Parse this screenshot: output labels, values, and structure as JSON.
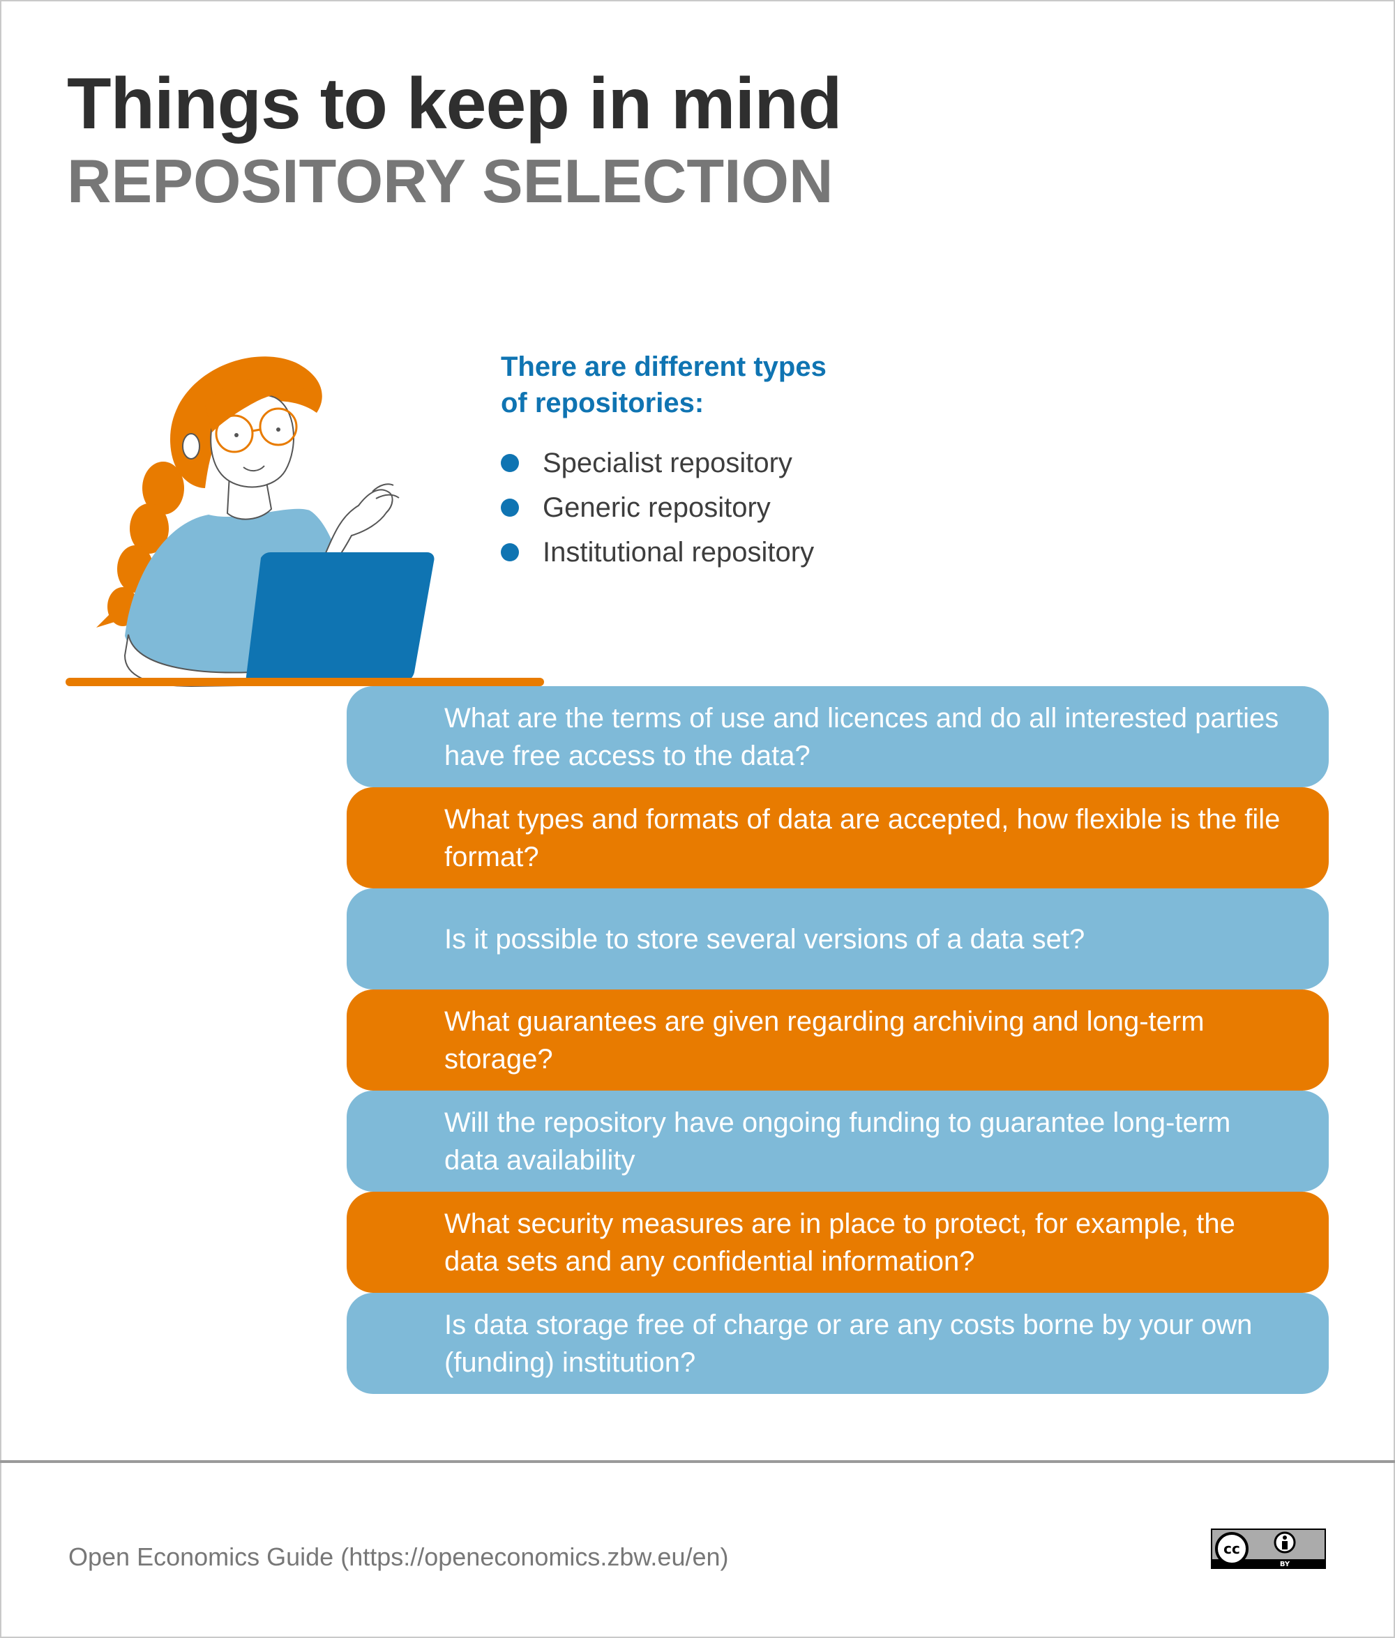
{
  "header": {
    "title": "Things to keep in mind",
    "subtitle": "REPOSITORY SELECTION"
  },
  "repository_types": {
    "heading_line1": "There are different types",
    "heading_line2": "of repositories:",
    "items": [
      {
        "label": "Specialist repository"
      },
      {
        "label": "Generic repository"
      },
      {
        "label": "Institutional repository"
      }
    ]
  },
  "questions": [
    {
      "text": "What are the terms of use and licences and do all interested parties have free access to the data?",
      "color": "#7fbad8"
    },
    {
      "text": "What types and formats of data are accepted, how flexible is the file format?",
      "color": "#e87b00"
    },
    {
      "text": "Is it possible to store several versions of a data set?",
      "color": "#7fbad8"
    },
    {
      "text": "What guarantees are given regarding archiving and long-term storage?",
      "color": "#e87b00"
    },
    {
      "text": "Will the repository have ongoing funding to guarantee long-term data availability",
      "color": "#7fbad8"
    },
    {
      "text": "What security measures are in place to protect, for example, the data sets and any confidential information?",
      "color": "#e87b00"
    },
    {
      "text": "Is data storage free of charge or are any costs borne by your own (funding) institution?",
      "color": "#7fbad8"
    }
  ],
  "footer": {
    "source": "Open Economics Guide (https://openeconomics.zbw.eu/en)",
    "license_badge": {
      "cc": "cc",
      "by": "BY"
    }
  },
  "colors": {
    "accent_blue": "#0f74b2",
    "light_blue": "#7fbad8",
    "orange": "#e87b00",
    "title": "#2f2f2f",
    "subtitle": "#777777"
  }
}
